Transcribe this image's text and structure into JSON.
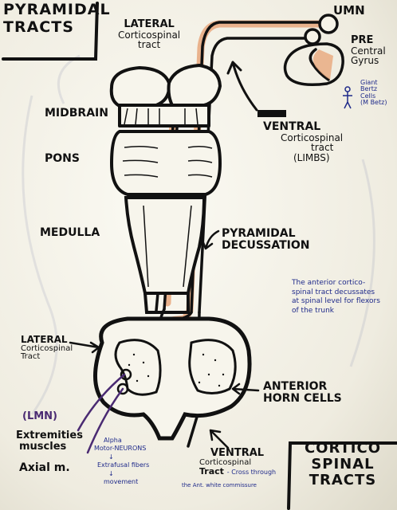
{
  "title": [
    "PYRAMIDAL",
    "TRACTS"
  ],
  "bottom_title": [
    "CORTICO",
    "SPINAL",
    "TRACTS"
  ],
  "labels": {
    "umn": "UMN",
    "lateral_top": [
      "LATERAL",
      "Corticospinal",
      "tract"
    ],
    "pre_central": [
      "PRE",
      "Central",
      "Gyrus"
    ],
    "giant_betz": [
      "Giant",
      "Bertz",
      "Cells",
      "(M Betz)"
    ],
    "midbrain": "MIDBRAIN",
    "pons": "PONS",
    "medulla": "MEDULLA",
    "ventral_top": [
      "VENTRAL",
      "Corticospinal",
      "tract",
      "(LIMBS)"
    ],
    "pyramidal_decussation": [
      "PYRAMIDAL",
      "DECUSSATION"
    ],
    "anterior_note": [
      "The anterior cortico-",
      "spinal tract decussates",
      "at spinal level for flexors",
      "of the trunk"
    ],
    "lateral_bottom": [
      "LATERAL",
      "Corticospinal",
      "Tract"
    ],
    "lmn": "(LMN)",
    "extremities": [
      "Extremities",
      "muscles"
    ],
    "axial": "Axial m.",
    "alpha": [
      "Alpha",
      "Motor-NEURONS"
    ],
    "extrafusal": "Extrafusal fibers",
    "movement": "movement",
    "anterior_horn": [
      "ANTERIOR",
      "HORN CELLS"
    ],
    "ventral_bottom": [
      "VENTRAL",
      "Corticospinal",
      "Tract"
    ],
    "ventral_bottom_note": [
      "- Cross through",
      "the Ant. white commissure"
    ]
  },
  "colors": {
    "ink": "#111111",
    "tract_tint": "#e8a77c",
    "note_ink": "#1f2a8a",
    "lmn_ink": "#4a2a72"
  }
}
